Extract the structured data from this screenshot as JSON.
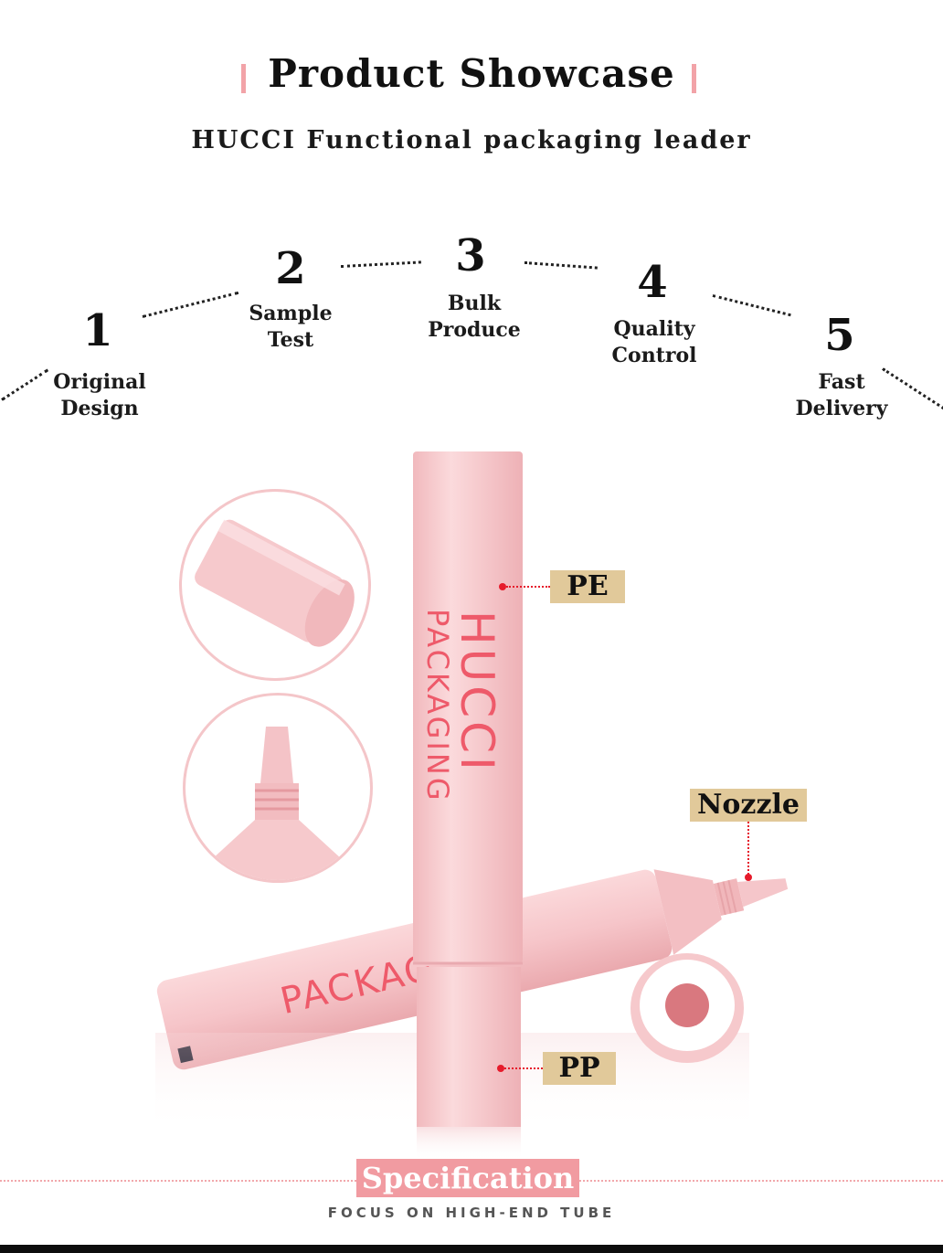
{
  "header": {
    "title": "Product Showcase",
    "subtitle": "HUCCI Functional packaging leader",
    "accent_color": "#f2a3a8"
  },
  "steps": [
    {
      "number": "1",
      "label": "Original\nDesign"
    },
    {
      "number": "2",
      "label": "Sample\nTest"
    },
    {
      "number": "3",
      "label": "Bulk\nProduce"
    },
    {
      "number": "4",
      "label": "Quality\nControl"
    },
    {
      "number": "5",
      "label": "Fast\nDelivery"
    }
  ],
  "product": {
    "tube_color": "#f6c9cc",
    "brand_text": "HUCCI",
    "brand_sub": "PACKAGING",
    "lying_tube_text": "PACKAG",
    "brand_color": "#ee5a6a"
  },
  "callouts": {
    "pe": "PE",
    "pp": "PP",
    "nozzle": "Nozzle",
    "label_color": "#e1c99a",
    "leader_color": "#e61b2b"
  },
  "footer": {
    "spec_label": "Specification",
    "spec_sub": "FOCUS ON HIGH-END TUBE",
    "spec_color": "#f19ba1"
  }
}
